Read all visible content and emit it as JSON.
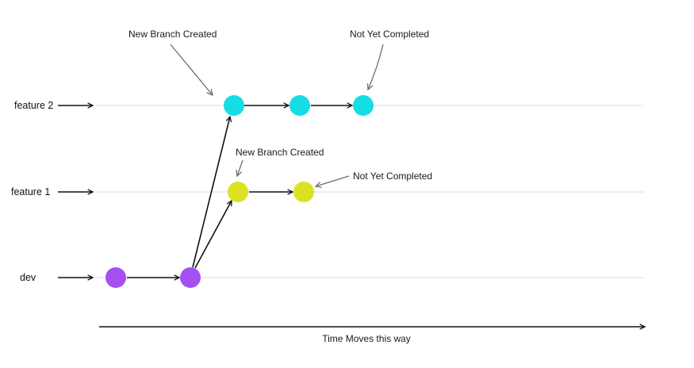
{
  "branches": {
    "feature2": {
      "label": "feature 2",
      "color": "#14DDE3"
    },
    "feature1": {
      "label": "feature 1",
      "color": "#DDE124"
    },
    "dev": {
      "label": "dev",
      "color": "#A550F2"
    }
  },
  "annotations": {
    "feature2_new_branch": "New Branch Created",
    "feature2_not_completed": "Not Yet Completed",
    "feature1_new_branch": "New Branch Created",
    "feature1_not_completed": "Not Yet Completed"
  },
  "timeline": {
    "label": "Time Moves this way"
  }
}
